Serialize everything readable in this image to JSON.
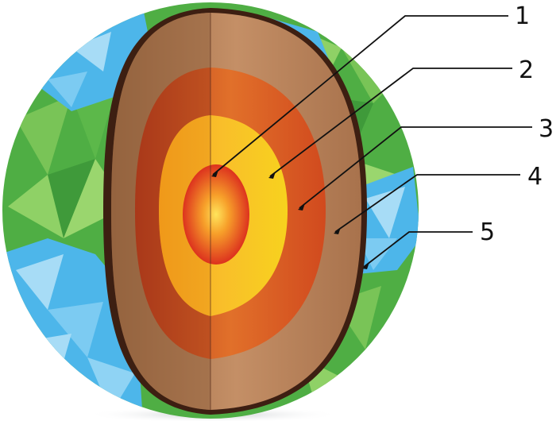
{
  "labels": [
    {
      "id": "1",
      "text": "1",
      "target": "inner-core"
    },
    {
      "id": "2",
      "text": "2",
      "target": "outer-core"
    },
    {
      "id": "3",
      "text": "3",
      "target": "lower-mantle"
    },
    {
      "id": "4",
      "text": "4",
      "target": "upper-mantle"
    },
    {
      "id": "5",
      "text": "5",
      "target": "crust"
    }
  ],
  "colors": {
    "ocean": "#4db6ea",
    "ocean_light": "#a7dcf6",
    "land": "#4fae44",
    "land_light": "#8fd166",
    "crust": "#7a4a2a",
    "upper_mantle": "#b07a52",
    "lower_mantle": "#d2531f",
    "outer_core": "#f5a51c",
    "inner_core": "#e32822",
    "inner_core_center": "#ffe45c",
    "leader_line": "#111111"
  }
}
